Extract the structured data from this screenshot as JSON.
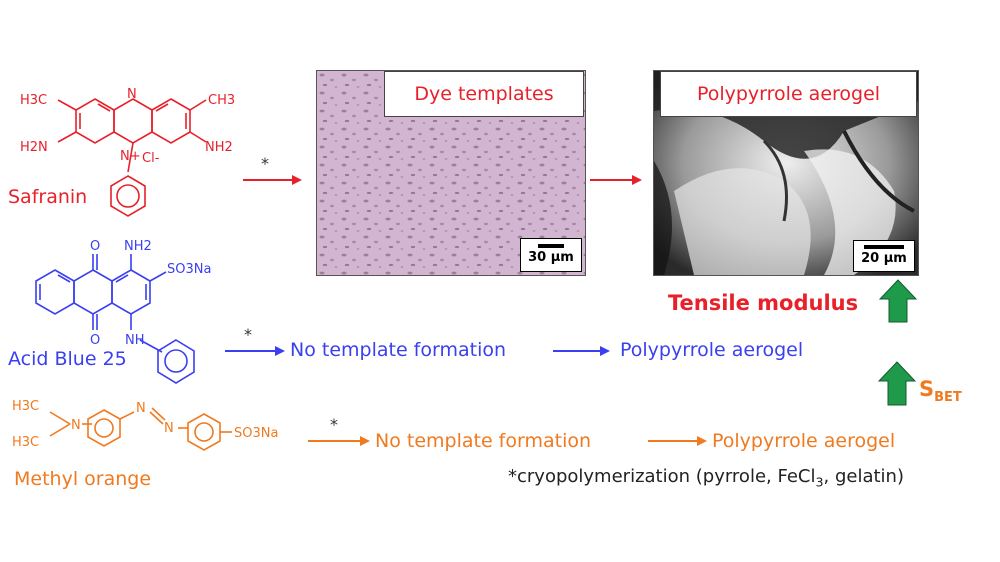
{
  "dyes": {
    "safranin": {
      "name": "Safranin",
      "atoms": {
        "ch3_left": "H3C",
        "ch3_right": "CH3",
        "n_top": "N",
        "nh2_left": "H2N",
        "nh2_right": "NH2",
        "n_plus": "N+",
        "cl": "Cl-"
      },
      "color": "#e8202a"
    },
    "acid_blue": {
      "name": "Acid Blue 25",
      "atoms": {
        "o_top": "O",
        "o_bottom": "O",
        "nh2": "NH2",
        "so3na": "SO3Na",
        "nh": "NH"
      },
      "color": "#3a3ff0"
    },
    "methyl_orange": {
      "name": "Methyl orange",
      "atoms": {
        "h3c_top": "H3C",
        "h3c_bottom": "H3C",
        "n": "N",
        "azo_n1": "N",
        "azo_n2": "N",
        "so3na": "SO3Na"
      },
      "color": "#f07a20"
    }
  },
  "arrows": {
    "asterisk": "*"
  },
  "panels": {
    "dye_templates": {
      "caption": "Dye templates",
      "scale": "30 µm"
    },
    "aerogel": {
      "caption": "Polypyrrole aerogel",
      "scale": "20 µm"
    }
  },
  "blue_row": {
    "step1": "No template formation",
    "step2": "Polypyrrole aerogel"
  },
  "orange_row": {
    "step1": "No template formation",
    "step2": "Polypyrrole aerogel"
  },
  "properties": {
    "tensile": "Tensile modulus",
    "sbet_main": "S",
    "sbet_sub": "BET",
    "up_arrow_color": "#1e9a4a"
  },
  "footnote": {
    "pre": "*cryopolymerization (pyrrole, FeCl",
    "sub": "3",
    "post": ", gelatin)"
  }
}
